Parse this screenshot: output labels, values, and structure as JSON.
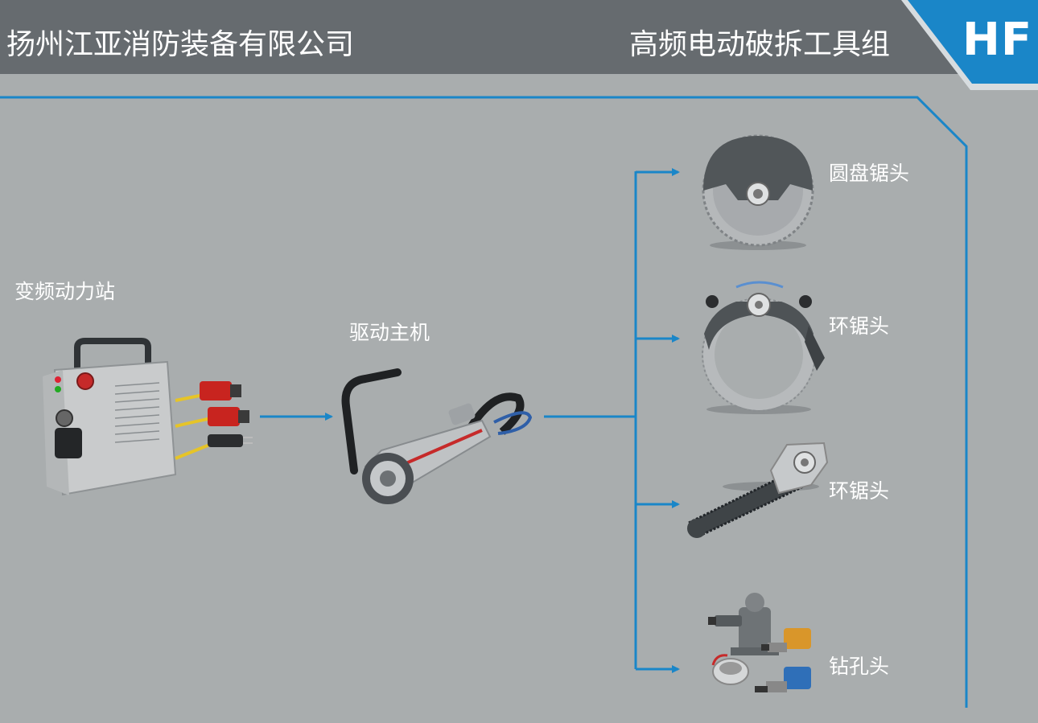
{
  "header": {
    "company_name": "扬州江亚消防装备有限公司",
    "product_line": "高频电动破拆工具组",
    "brand_badge": "HF"
  },
  "colors": {
    "background": "#a9adae",
    "header_bar": "#666b6f",
    "accent_blue": "#1a86c8",
    "text": "#ffffff"
  },
  "diagram": {
    "power_station": {
      "label": "变频动力站",
      "icon": "power-station-unit"
    },
    "drive_unit": {
      "label": "驱动主机",
      "icon": "drive-motor-handle"
    },
    "attachments": [
      {
        "label": "圆盘锯头",
        "icon": "circular-saw-blade"
      },
      {
        "label": "环锯头",
        "icon": "ring-saw"
      },
      {
        "label": "环锯头",
        "icon": "chain-saw"
      },
      {
        "label": "钻孔头",
        "icon": "core-drill-heads"
      }
    ]
  }
}
